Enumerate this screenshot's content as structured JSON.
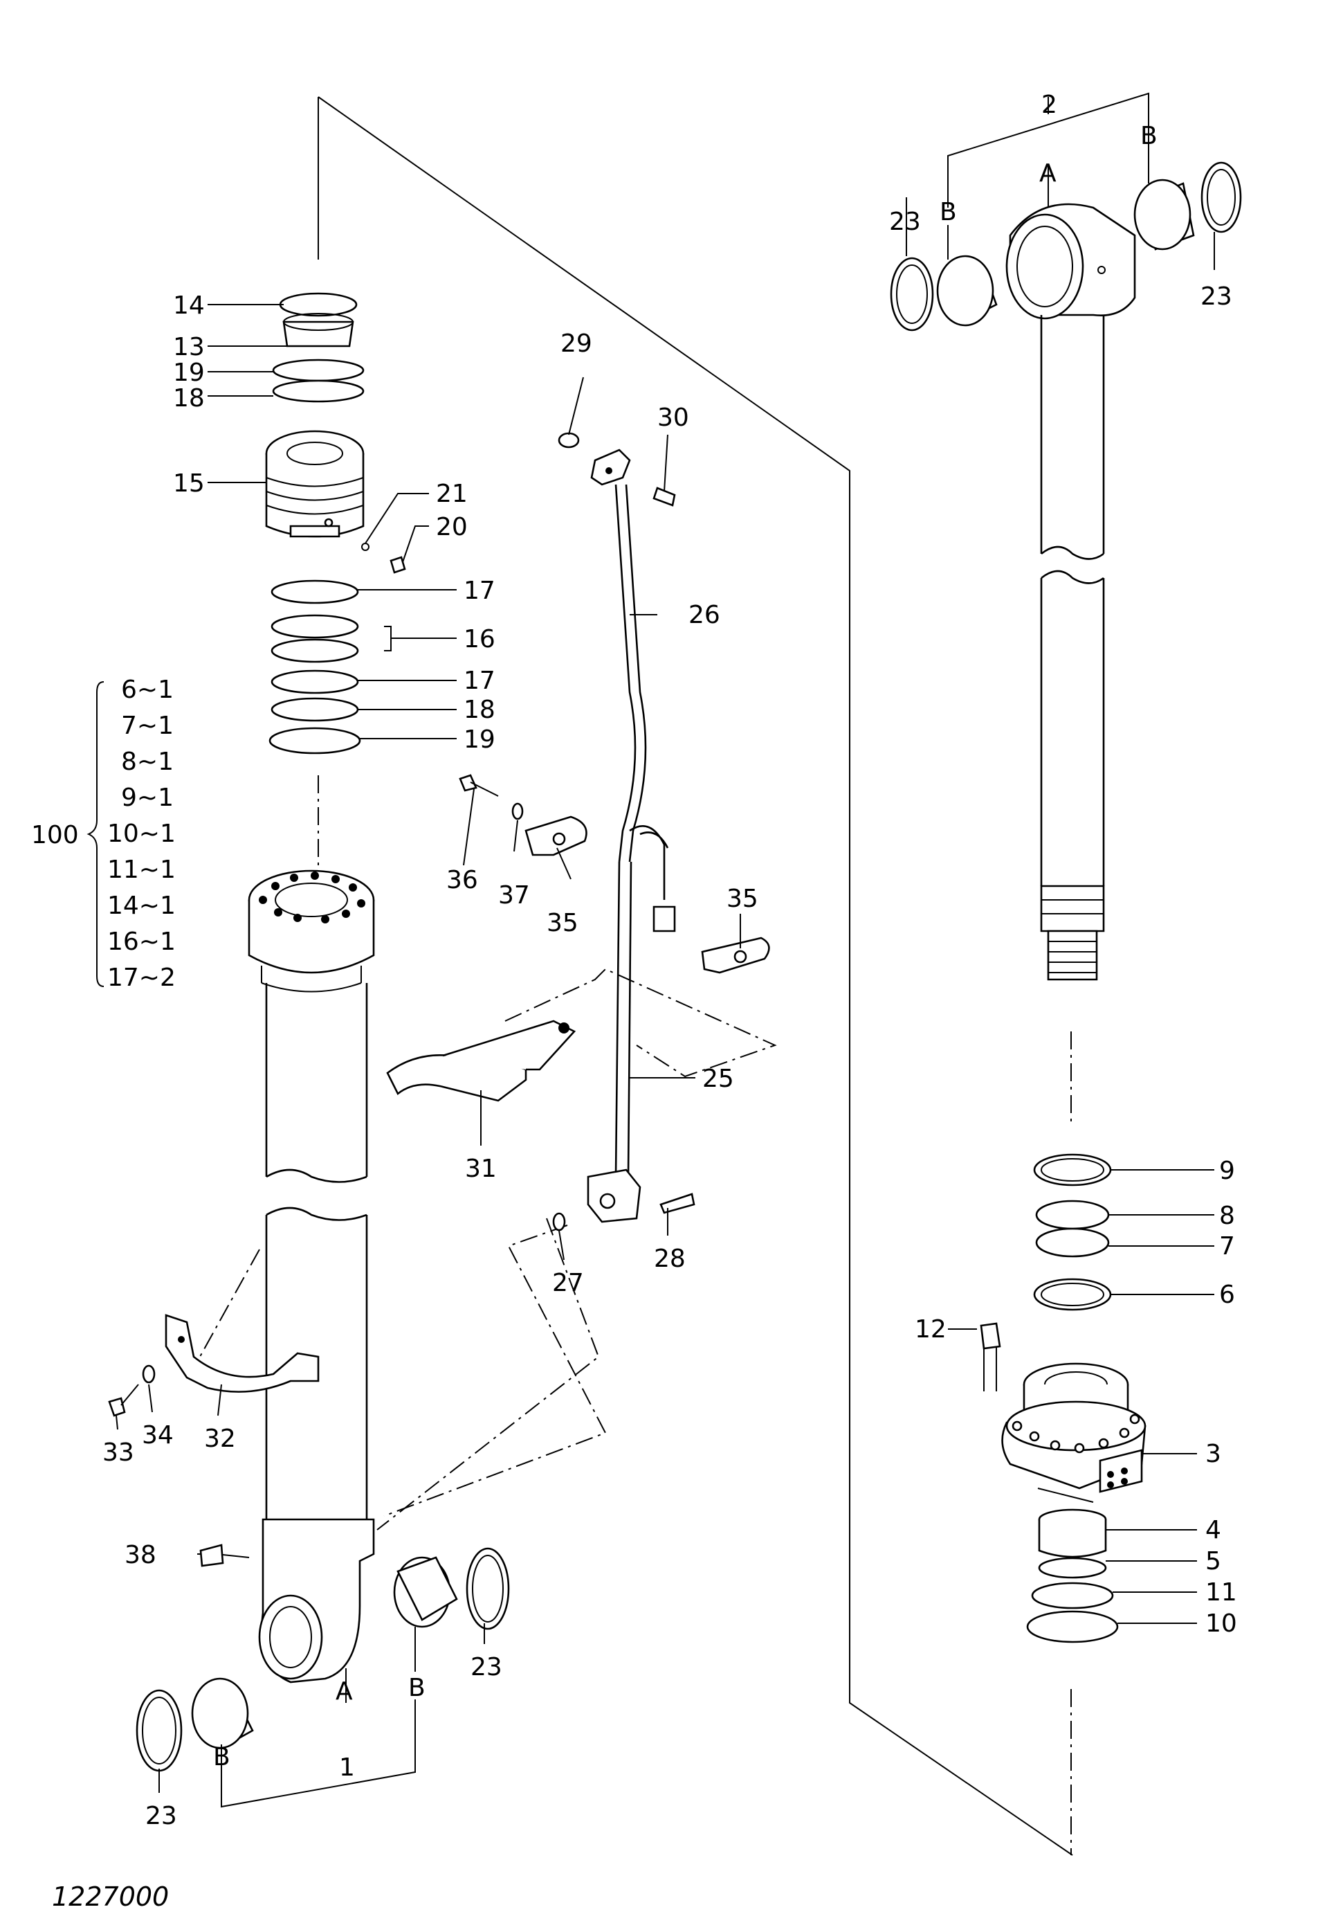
{
  "figure_id": "1227000",
  "labels": {
    "p1": "1",
    "p2": "2",
    "p3": "3",
    "p4": "4",
    "p5": "5",
    "p6": "6",
    "p7": "7",
    "p8": "8",
    "p9": "9",
    "p10": "10",
    "p11": "11",
    "p12": "12",
    "p13": "13",
    "p14": "14",
    "p15": "15",
    "p16": "16",
    "p17a": "17",
    "p17b": "17",
    "p18a": "18",
    "p18b": "18",
    "p19a": "19",
    "p19b": "19",
    "p20": "20",
    "p21": "21",
    "p23a": "23",
    "p23b": "23",
    "p23c": "23",
    "p23d": "23",
    "p25": "25",
    "p26": "26",
    "p27": "27",
    "p28": "28",
    "p29": "29",
    "p30": "30",
    "p31": "31",
    "p32": "32",
    "p33": "33",
    "p34": "34",
    "p35a": "35",
    "p35b": "35",
    "p36": "36",
    "p37": "37",
    "p38": "38",
    "p100": "100",
    "A1": "A",
    "B1a": "B",
    "B1b": "B",
    "A2": "A",
    "B2a": "B",
    "B2b": "B"
  },
  "kit_items": [
    "6~1",
    "7~1",
    "8~1",
    "9~1",
    "10~1",
    "11~1",
    "14~1",
    "16~1",
    "17~2"
  ]
}
